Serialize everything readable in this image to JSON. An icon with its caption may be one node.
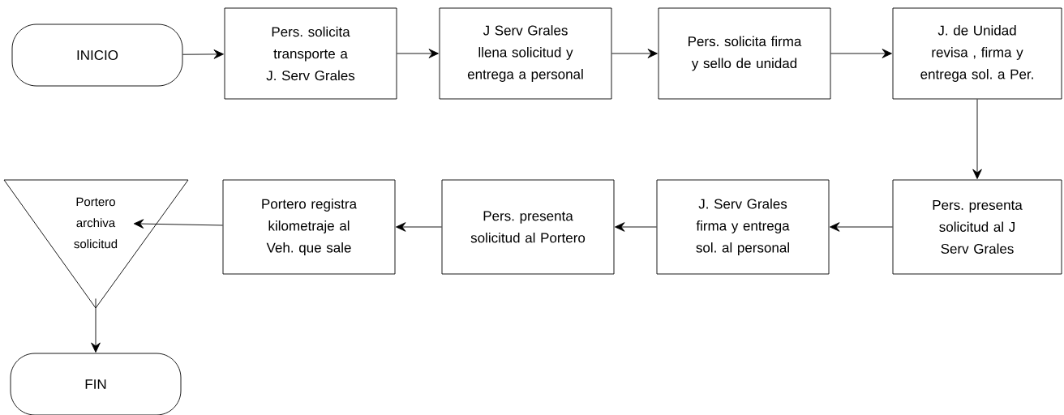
{
  "diagram": {
    "nodes": [
      {
        "text": [
          "INICIO"
        ]
      },
      {
        "text": [
          "Pers. solicita transporte a J. Serv Grales"
        ]
      },
      {
        "text": [
          "J Serv Grales llena solicitud y entrega a personal"
        ]
      },
      {
        "text": [
          "Pers. solicita firma y sello de unidad"
        ]
      },
      {
        "text": [
          "J. de Unidad revisa , firma y entrega sol. a Per."
        ]
      },
      {
        "text": [
          "Pers. presenta solicitud al J Serv Grales"
        ]
      },
      {
        "text": [
          "J. Serv Grales firma y entrega sol. al personal"
        ]
      },
      {
        "text": [
          "Pers. presenta solicitud al Portero"
        ]
      },
      {
        "text": [
          "Portero registra kilometraje al Veh. que sale"
        ]
      },
      {
        "text": [
          "Portero archiva solicitud"
        ]
      },
      {
        "text": [
          "FIN"
        ]
      }
    ],
    "edges": [
      {
        "from": 0,
        "to": 1,
        "arrow": "to"
      },
      {
        "from": 1,
        "to": 2,
        "arrow": "to"
      },
      {
        "from": 2,
        "to": 3,
        "arrow": "to"
      },
      {
        "from": 3,
        "to": 4,
        "arrow": "to"
      },
      {
        "from": 4,
        "to": 5,
        "arrow": "to"
      },
      {
        "from": 5,
        "to": 6,
        "arrow": "to"
      },
      {
        "from": 6,
        "to": 7,
        "arrow": "to"
      },
      {
        "from": 7,
        "to": 8,
        "arrow": "to"
      },
      {
        "from": 8,
        "to": 9,
        "arrow": "to"
      },
      {
        "from": 9,
        "to": 10,
        "arrow": "to"
      }
    ]
  }
}
